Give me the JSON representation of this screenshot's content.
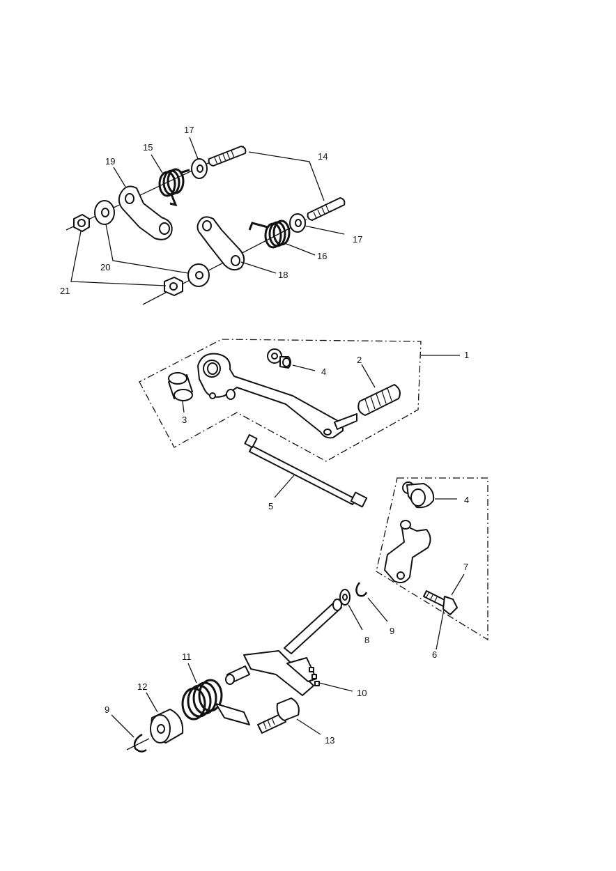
{
  "callouts": {
    "c1": "1",
    "c2": "2",
    "c3": "3",
    "c4a": "4",
    "c4b": "4",
    "c5": "5",
    "c6": "6",
    "c7": "7",
    "c8": "8",
    "c9a": "9",
    "c9b": "9",
    "c10": "10",
    "c11": "11",
    "c12": "12",
    "c13": "13",
    "c14": "14",
    "c15": "15",
    "c16": "16",
    "c17a": "17",
    "c17b": "17",
    "c18": "18",
    "c19": "19",
    "c20": "20",
    "c21": "21"
  }
}
